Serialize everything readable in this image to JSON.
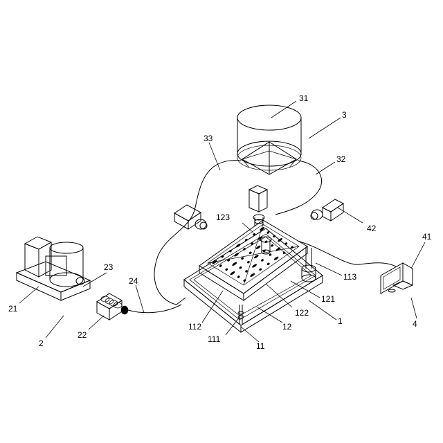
{
  "figure": {
    "labels": {
      "l1": "1",
      "l2": "2",
      "l3": "3",
      "l4": "4",
      "l11": "11",
      "l12": "12",
      "l21": "21",
      "l22": "22",
      "l23": "23",
      "l24": "24",
      "l31": "31",
      "l32": "32",
      "l33": "33",
      "l41": "41",
      "l42": "42",
      "l111": "111",
      "l112": "112",
      "l113": "113",
      "l121": "121",
      "l122": "122",
      "l123": "123"
    }
  }
}
